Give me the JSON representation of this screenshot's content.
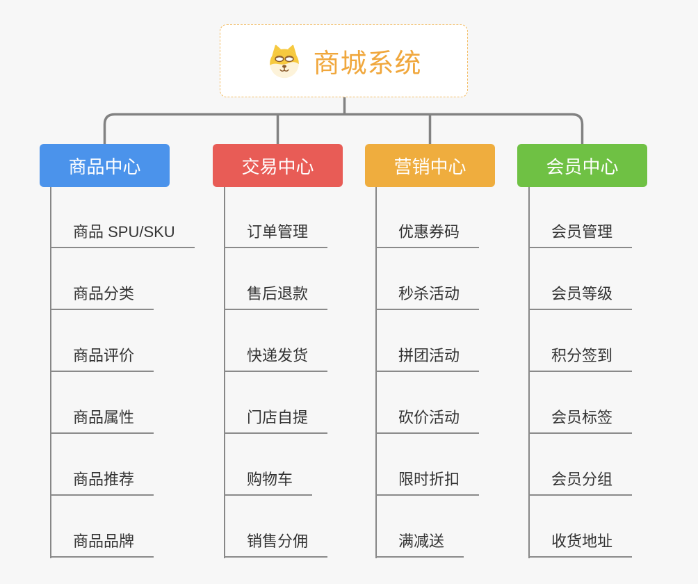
{
  "root": {
    "title": "商城系统",
    "icon": "doge-icon",
    "title_color": "#f0a73c",
    "border_color": "#f3bd64"
  },
  "connector_color": "#828282",
  "background_color": "#f7f7f7",
  "branches": [
    {
      "label": "商品中心",
      "color": "#4b93eb",
      "children": [
        "商品 SPU/SKU",
        "商品分类",
        "商品评价",
        "商品属性",
        "商品推荐",
        "商品品牌"
      ]
    },
    {
      "label": "交易中心",
      "color": "#e85c56",
      "children": [
        "订单管理",
        "售后退款",
        "快递发货",
        "门店自提",
        "购物车",
        "销售分佣"
      ]
    },
    {
      "label": "营销中心",
      "color": "#efad3e",
      "children": [
        "优惠券码",
        "秒杀活动",
        "拼团活动",
        "砍价活动",
        "限时折扣",
        "满减送"
      ]
    },
    {
      "label": "会员中心",
      "color": "#6fc144",
      "children": [
        "会员管理",
        "会员等级",
        "积分签到",
        "会员标签",
        "会员分组",
        "收货地址"
      ]
    }
  ]
}
